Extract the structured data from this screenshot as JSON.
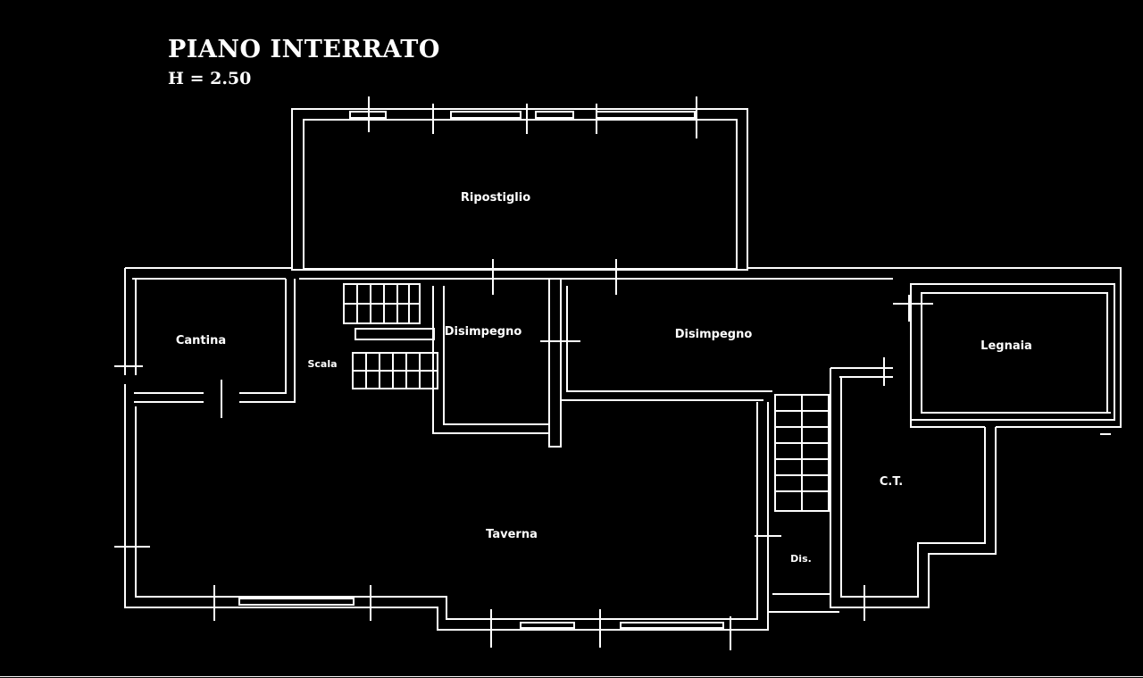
{
  "plan": {
    "title": "PIANO INTERRATO",
    "height_label": "H = 2.50"
  },
  "rooms": {
    "ripostiglio": "Ripostiglio",
    "cantina": "Cantina",
    "disimpegno_left": "Disimpegno",
    "disimpegno_center": "Disimpegno",
    "legnaia": "Legnaia",
    "scala": "Scala",
    "taverna": "Taverna",
    "ct": "C.T.",
    "dis": "Dis."
  },
  "colors": {
    "background": "#000000",
    "linework": "#ffffff"
  }
}
